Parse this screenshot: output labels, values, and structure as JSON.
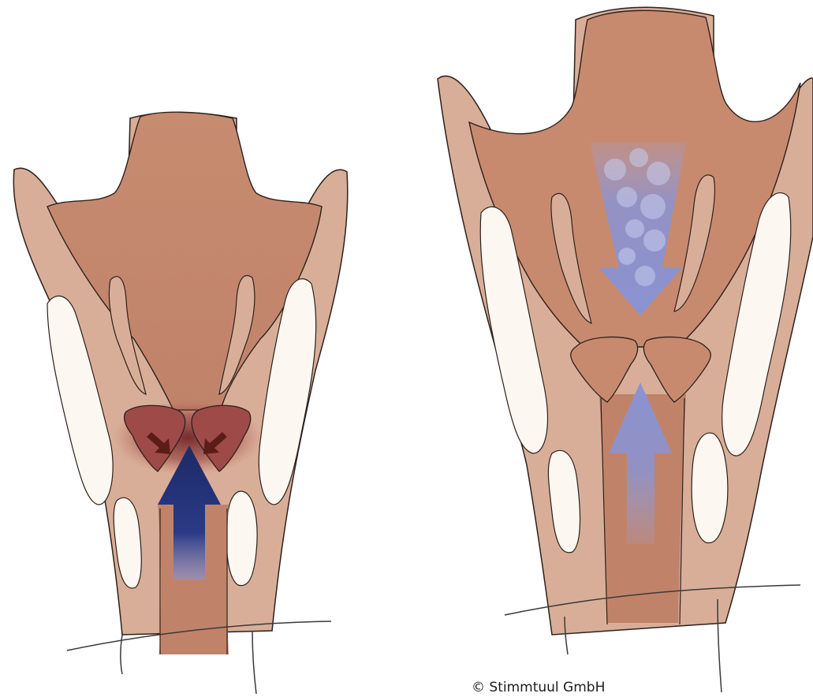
{
  "copyright": "© Stimmtuul GmbH",
  "colors": {
    "tissue_outer": "#d9ae98",
    "tissue_inner": "#c88a6f",
    "cartilage": "#fdf7f2",
    "outline": "#2c211c",
    "pressure_zone": "#7e2e2e",
    "pressure_arrows": "#5a1d18",
    "airflow_strong": "#1d2a66",
    "airflow_light": "#8a93d2",
    "skin_line": "#3a3a3a",
    "background": "#ffffff"
  },
  "panels": [
    {
      "name": "left-larynx",
      "airflow": "up-strong",
      "compression_arrows": 2
    },
    {
      "name": "right-larynx",
      "airflow": "down-and-up-light"
    }
  ]
}
